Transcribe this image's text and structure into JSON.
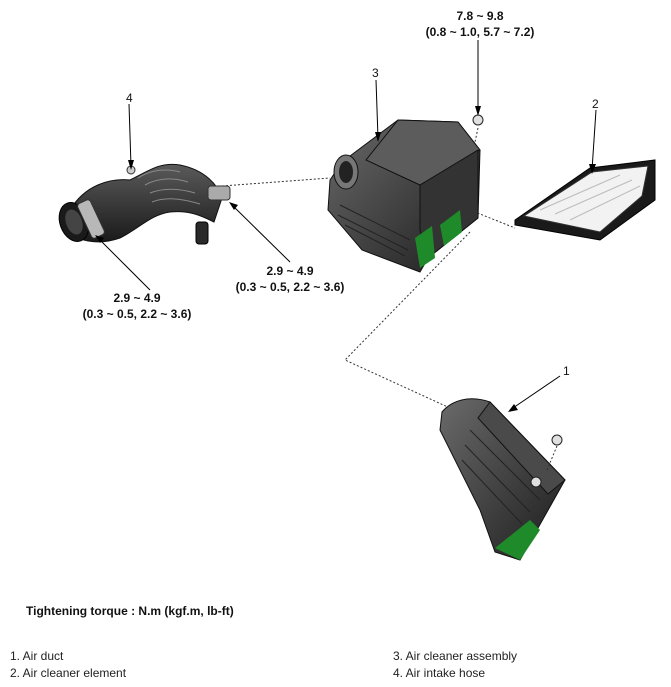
{
  "callouts": {
    "c1": "1",
    "c2": "2",
    "c3": "3",
    "c4": "4"
  },
  "torques": {
    "top": {
      "line1": "7.8 ~ 9.8",
      "line2": "(0.8 ~ 1.0, 5.7 ~ 7.2)"
    },
    "middle": {
      "line1": "2.9 ~ 4.9",
      "line2": "(0.3 ~ 0.5, 2.2 ~ 3.6)"
    },
    "left": {
      "line1": "2.9 ~ 4.9",
      "line2": "(0.3 ~ 0.5, 2.2 ~ 3.6)"
    }
  },
  "heading": "Tightening torque : N.m (kgf.m, lb-ft)",
  "legend": {
    "left": [
      "1. Air duct",
      "2. Air cleaner element"
    ],
    "right": [
      "3. Air cleaner assembly",
      "4. Air intake hose"
    ]
  },
  "colors": {
    "part_dark": "#2a2a2a",
    "part_mid": "#4a4a4a",
    "accent_green": "#1e8a2a",
    "filter_white": "#f2f2f2"
  }
}
